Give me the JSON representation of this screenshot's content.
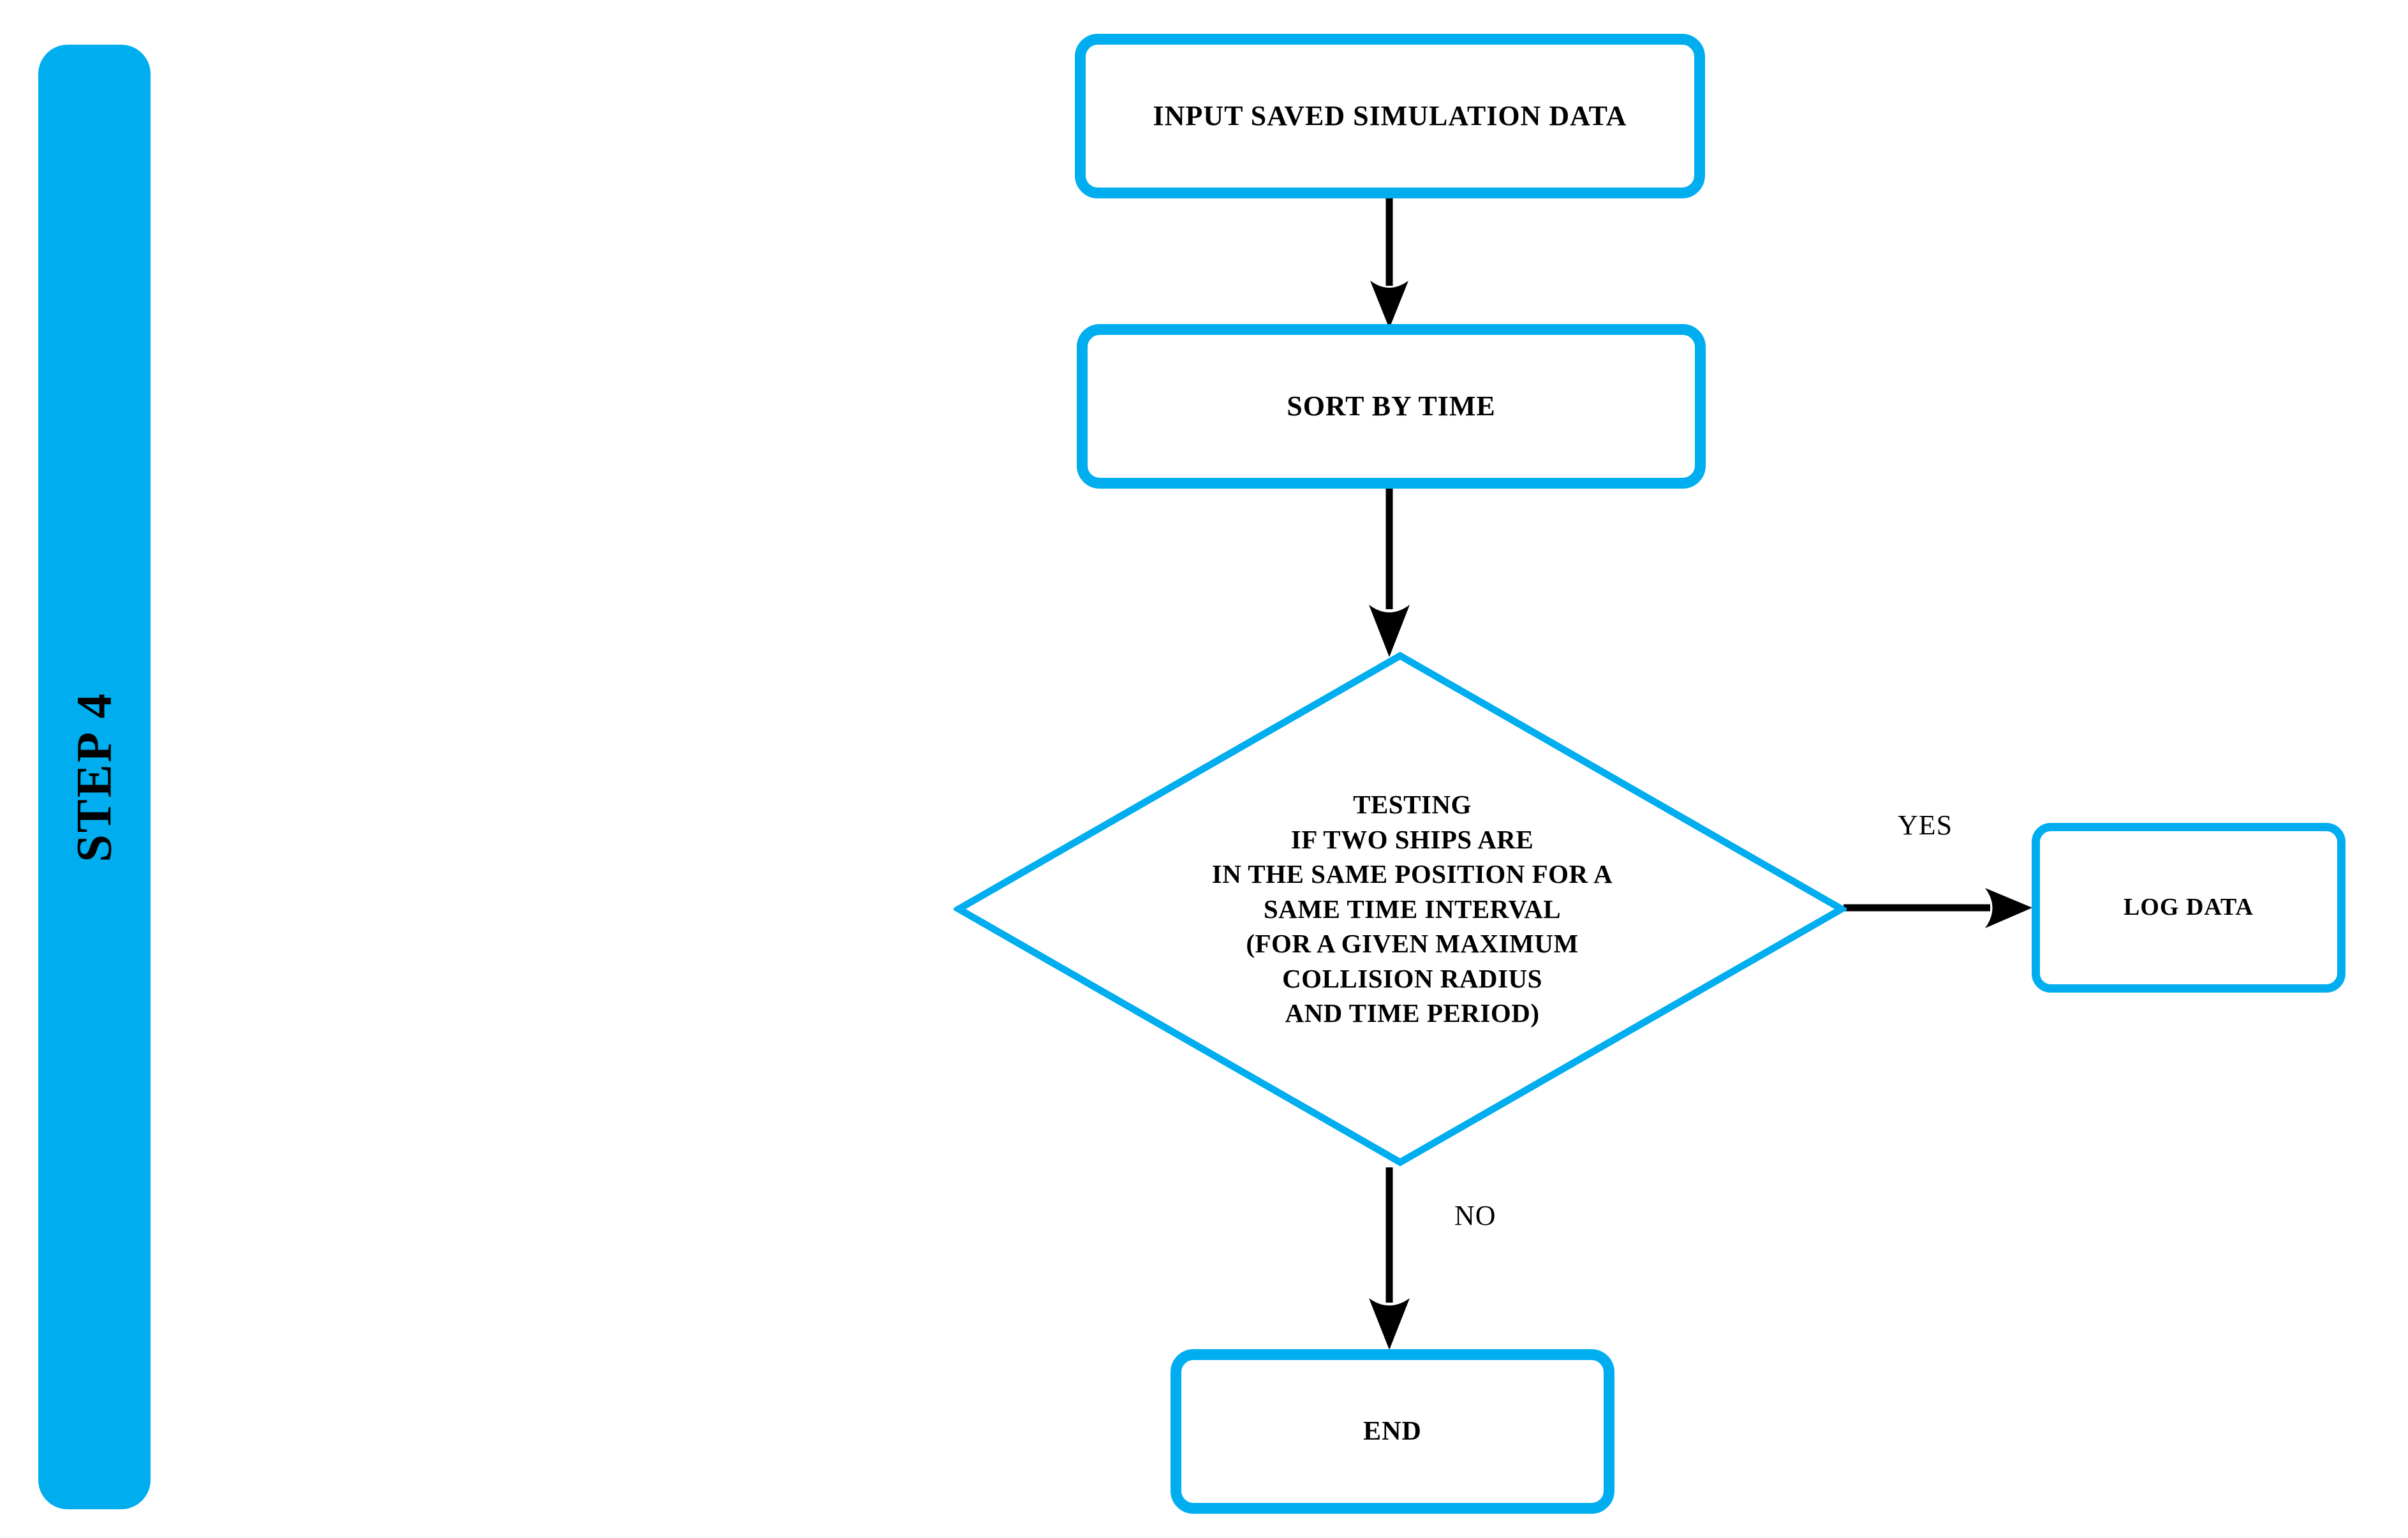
{
  "diagram": {
    "title": "STEP 4",
    "accent_color": "#00AEEF",
    "line_color": "#000000",
    "background_color": "#FFFFFF",
    "step_banner": {
      "label": "STEP 4",
      "orientation": "vertical-bottom-to-top"
    },
    "nodes": [
      {
        "id": "input",
        "type": "process",
        "label": "INPUT SAVED SIMULATION DATA"
      },
      {
        "id": "sort",
        "type": "process",
        "label": "SORT BY TIME"
      },
      {
        "id": "testing",
        "type": "decision",
        "lines": [
          "TESTING",
          "IF TWO SHIPS ARE",
          "IN THE SAME POSITION FOR A",
          "SAME TIME INTERVAL",
          "(FOR A GIVEN MAXIMUM",
          "COLLISION RADIUS",
          "AND TIME PERIOD)"
        ]
      },
      {
        "id": "logdata",
        "type": "process",
        "label": "LOG DATA"
      },
      {
        "id": "end",
        "type": "terminator",
        "label": "END"
      }
    ],
    "edges": [
      {
        "id": "e1",
        "from": "input",
        "to": "sort",
        "label": ""
      },
      {
        "id": "e2",
        "from": "sort",
        "to": "testing",
        "label": ""
      },
      {
        "id": "e3",
        "from": "testing",
        "to": "logdata",
        "label": "YES"
      },
      {
        "id": "e4",
        "from": "testing",
        "to": "end",
        "label": "NO"
      }
    ],
    "branch_labels": {
      "yes": "YES",
      "no": "NO"
    }
  }
}
